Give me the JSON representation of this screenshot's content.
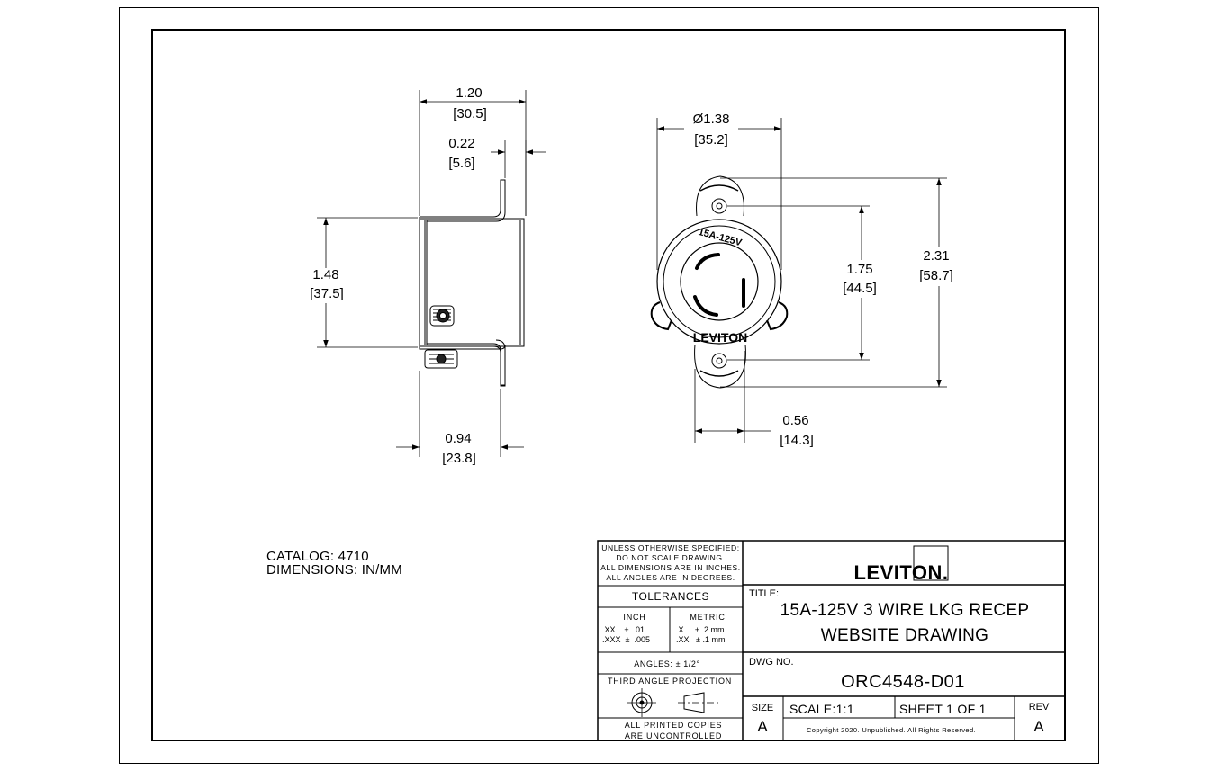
{
  "notes": {
    "catalog": "CATALOG: 4710",
    "dimensions": "DIMENSIONS: IN/MM"
  },
  "side_view": {
    "overall_width": {
      "in": "1.20",
      "mm": "[30.5]"
    },
    "flange": {
      "in": "0.22",
      "mm": "[5.6]"
    },
    "height": {
      "in": "1.48",
      "mm": "[37.5]"
    },
    "depth": {
      "in": "0.94",
      "mm": "[23.8]"
    }
  },
  "front_view": {
    "diameter": {
      "in": "Ø1.38",
      "mm": "[35.2]"
    },
    "hole_spacing": {
      "in": "1.75",
      "mm": "[44.5]"
    },
    "overall_height": {
      "in": "2.31",
      "mm": "[58.7]"
    },
    "offset": {
      "in": "0.56",
      "mm": "[14.3]"
    },
    "face_rating": "15A-125V",
    "face_brand": "LEVITON"
  },
  "title_block": {
    "general_notes": [
      "UNLESS OTHERWISE SPECIFIED:",
      "DO NOT SCALE DRAWING.",
      "ALL DIMENSIONS ARE IN INCHES.",
      "ALL ANGLES ARE IN DEGREES."
    ],
    "tolerances_label": "TOLERANCES",
    "inch_label": "INCH",
    "metric_label": "METRIC",
    "inch_rows": [
      ".XX    ±  .01",
      ".XXX  ±  .005"
    ],
    "metric_rows": [
      ".X     ± .2 mm",
      ".XX   ± .1 mm"
    ],
    "angles": "ANGLES: ± 1/2°",
    "projection": "THIRD ANGLE PROJECTION",
    "copies": [
      "ALL PRINTED COPIES",
      "ARE UNCONTROLLED"
    ],
    "brand": "LEVITON.",
    "title_label": "TITLE:",
    "title_line1": "15A-125V 3 WIRE LKG RECEP",
    "title_line2": "WEBSITE DRAWING",
    "dwg_label": "DWG NO.",
    "dwg_no": "ORC4548-D01",
    "size_label": "SIZE",
    "size_value": "A",
    "scale": "SCALE:1:1",
    "sheet": "SHEET 1 OF 1",
    "copyright": "Copyright 2020. Unpublished. All Rights Reserved.",
    "rev_label": "REV",
    "rev_value": "A"
  }
}
